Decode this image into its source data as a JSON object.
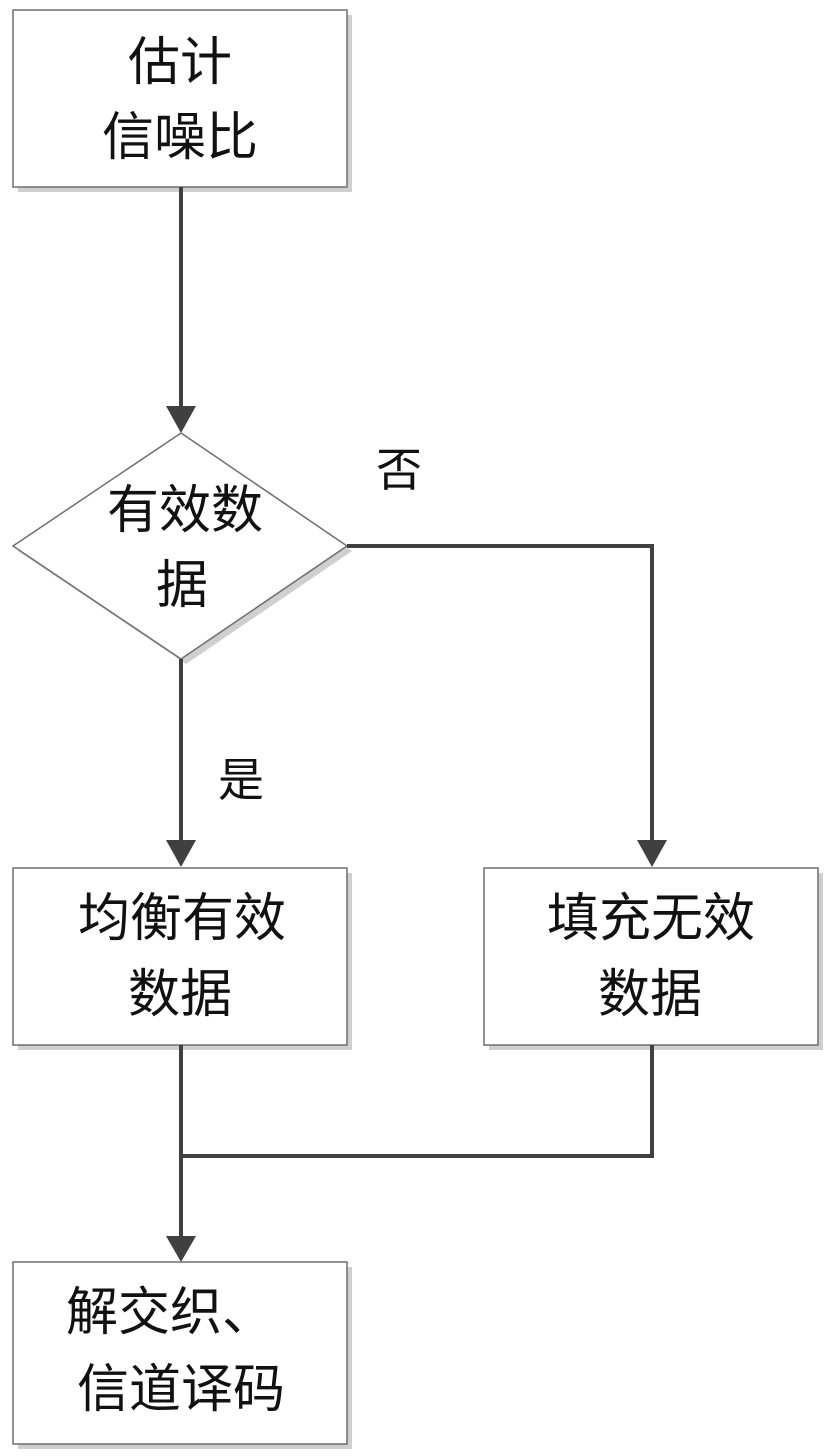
{
  "nodes": {
    "estimate": {
      "line1": "估计",
      "line2": "信噪比"
    },
    "decision": {
      "line1": "有效数",
      "line2": "据"
    },
    "equalize": {
      "line1": "均衡有效",
      "line2": "数据"
    },
    "fill": {
      "line1": "填充无效",
      "line2": "数据"
    },
    "decode": {
      "line1": "解交织、",
      "line2": "信道译码"
    }
  },
  "edge_labels": {
    "no": "否",
    "yes": "是"
  },
  "colors": {
    "line": "#404040",
    "box_border": "#6e6e6e",
    "text": "#111111"
  }
}
